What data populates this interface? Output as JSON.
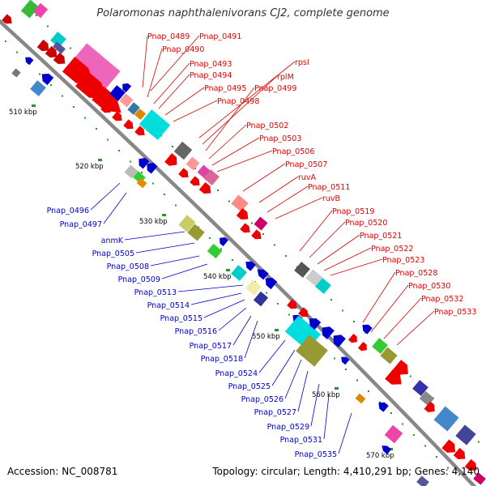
{
  "title": "Polaromonas naphthalenivorans CJ2, complete genome",
  "footer": {
    "accession": "Accession: NC_008781",
    "summary": "Topology: circular; Length: 4,410,291 bp; Genes: 4,140"
  },
  "colors": {
    "forward": "#dd0000",
    "reverse": "#0000cc",
    "backbone": "#888888",
    "tick": "#229922"
  },
  "kbp_ticks": [
    "510 kbp",
    "520 kbp",
    "530 kbp",
    "540 kbp",
    "550 kbp",
    "560 kbp",
    "570 kbp"
  ],
  "forward_labels": [
    "Pnap_0489",
    "Pnap_0491",
    "Pnap_0490",
    "Pnap_0493",
    "Pnap_0494",
    "Pnap_0495",
    "Pnap_0498",
    "rpsI",
    "rplM",
    "Pnap_0499",
    "Pnap_0502",
    "Pnap_0503",
    "Pnap_0506",
    "Pnap_0507",
    "ruvA",
    "Pnap_0511",
    "ruvB",
    "Pnap_0519",
    "Pnap_0520",
    "Pnap_0521",
    "Pnap_0522",
    "Pnap_0523",
    "Pnap_0528",
    "Pnap_0530",
    "Pnap_0532",
    "Pnap_0533"
  ],
  "reverse_labels": [
    "Pnap_0496",
    "Pnap_0497",
    "anmK",
    "Pnap_0505",
    "Pnap_0508",
    "Pnap_0509",
    "Pnap_0513",
    "Pnap_0514",
    "Pnap_0515",
    "Pnap_0516",
    "Pnap_0517",
    "Pnap_0518",
    "Pnap_0524",
    "Pnap_0525",
    "Pnap_0526",
    "Pnap_0527",
    "Pnap_0529",
    "Pnap_0531",
    "Pnap_0535"
  ]
}
